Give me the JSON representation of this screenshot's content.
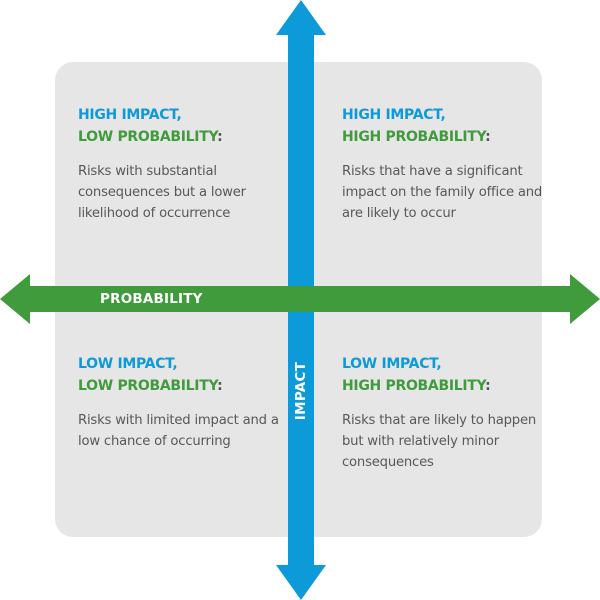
{
  "colors": {
    "impact_blue": "#0d9ad8",
    "probability_green": "#3f9b3b",
    "background_box": "#e6e6e6",
    "body_text": "#585858"
  },
  "axes": {
    "horizontal_label": "PROBABILITY",
    "vertical_label": "IMPACT"
  },
  "quadrants": [
    {
      "position": "top-left",
      "impact": "HIGH IMPACT,",
      "probability": "LOW PROBABILITY",
      "colon": ":",
      "description": "Risks with substantial consequences but a lower likelihood of occurrence"
    },
    {
      "position": "top-right",
      "impact": "HIGH IMPACT,",
      "probability": "HIGH PROBABILITY",
      "colon": ":",
      "description": "Risks that have a significant impact on the family office and are likely to occur"
    },
    {
      "position": "bottom-left",
      "impact": "LOW IMPACT,",
      "probability": "LOW PROBABILITY",
      "colon": ":",
      "description": "Risks with limited impact and a low chance of occurring"
    },
    {
      "position": "bottom-right",
      "impact": "LOW IMPACT,",
      "probability": "HIGH PROBABILITY",
      "colon": ":",
      "description": "Risks that are likely to happen but with relatively minor consequences"
    }
  ]
}
